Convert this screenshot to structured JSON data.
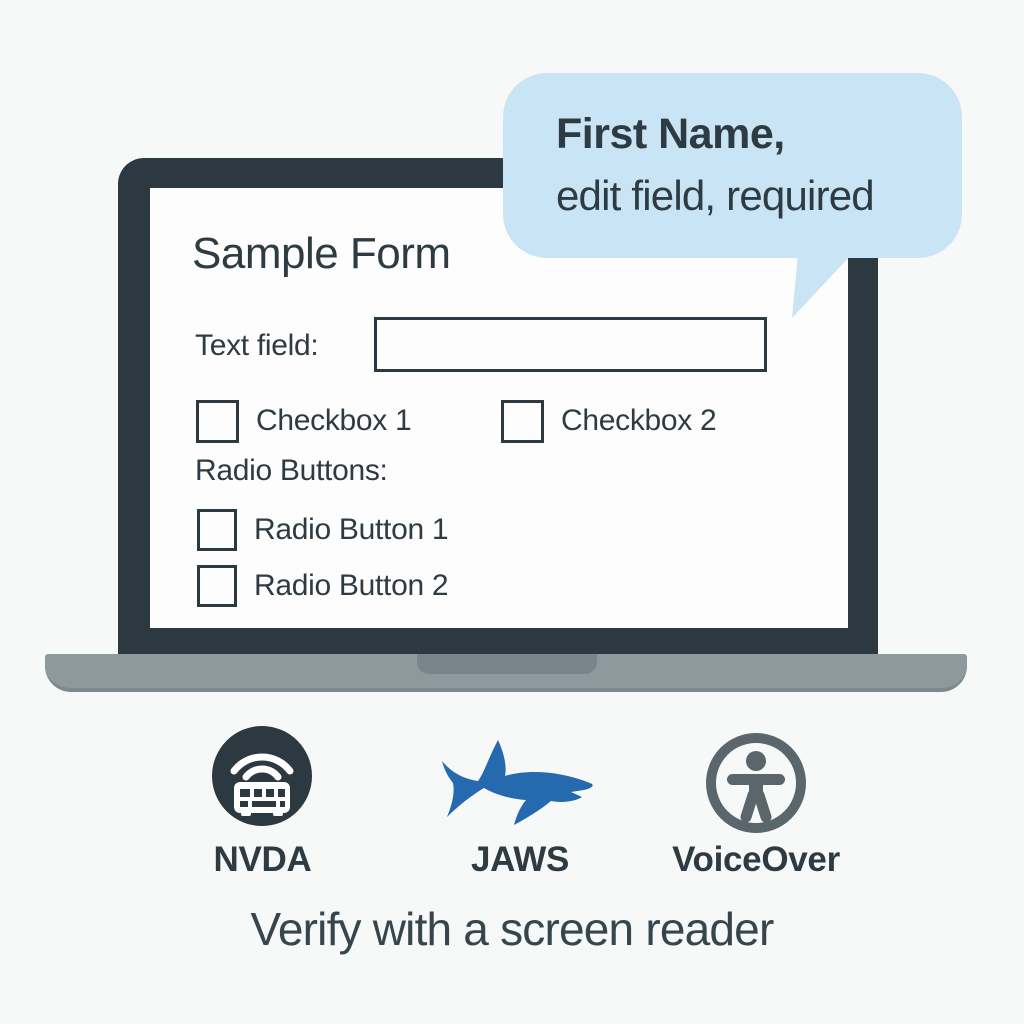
{
  "colors": {
    "ink": "#2e3b42",
    "bubble_blue": "#c8e4f5",
    "shark_blue": "#2569ae",
    "voiceover_gray": "#5b656c",
    "laptop_bezel": "#2c3940",
    "laptop_base": "#8e999d",
    "laptop_notch": "#79858a",
    "screen_white": "#fdfdfd",
    "background": "#f7f9f9"
  },
  "announcement_bubble": {
    "line1": "First Name,",
    "line2": "edit field, required"
  },
  "form": {
    "title": "Sample Form",
    "text_field": {
      "label": "Text field:",
      "value": "",
      "placeholder": ""
    },
    "checkboxes": [
      {
        "label": "Checkbox 1",
        "checked": false
      },
      {
        "label": "Checkbox 2",
        "checked": false
      }
    ],
    "radio_group_label": "Radio Buttons:",
    "radios": [
      {
        "label": "Radio Button 1",
        "selected": false
      },
      {
        "label": "Radio Button 2",
        "selected": false
      }
    ]
  },
  "screen_readers": [
    {
      "name": "NVDA",
      "icon": "nvda-logo-icon"
    },
    {
      "name": "JAWS",
      "icon": "jaws-shark-icon"
    },
    {
      "name": "VoiceOver",
      "icon": "voiceover-accessibility-icon"
    }
  ],
  "caption": "Verify with a screen reader"
}
